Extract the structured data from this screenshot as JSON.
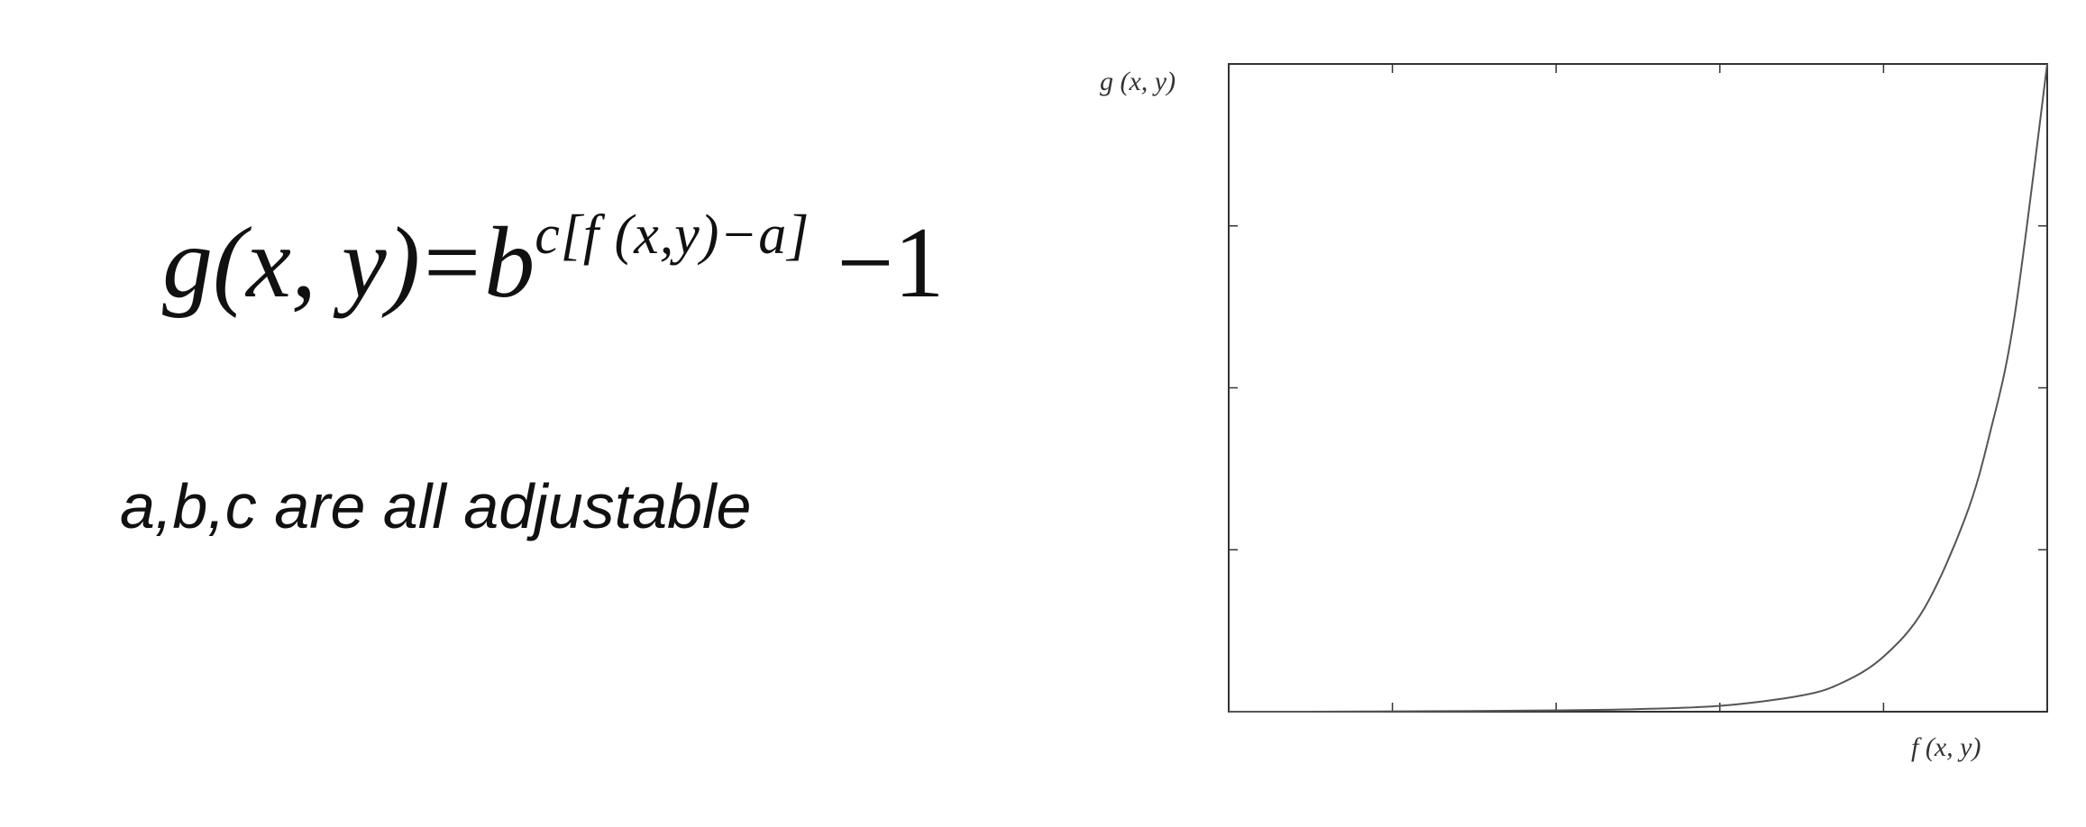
{
  "equation": {
    "lhs": "g(x, y)",
    "equals": "=",
    "base": "b",
    "exponent": "c[f (x,y)−a]",
    "tail": "−1"
  },
  "caption": "a,b,c are all adjustable",
  "chart_data": {
    "type": "line",
    "xlabel": "f (x, y)",
    "ylabel": "g (x, y)",
    "x": [
      0,
      0.1,
      0.2,
      0.3,
      0.4,
      0.5,
      0.6,
      0.7,
      0.75,
      0.8,
      0.85,
      0.9,
      0.93,
      0.96,
      1.0
    ],
    "y": [
      0,
      0,
      0.0005,
      0.001,
      0.002,
      0.004,
      0.009,
      0.025,
      0.045,
      0.085,
      0.16,
      0.3,
      0.43,
      0.61,
      1.0
    ],
    "xlim": [
      0,
      1
    ],
    "ylim": [
      0,
      1
    ],
    "x_tick_count": 6,
    "y_tick_count": 5,
    "grid": false,
    "legend": "none",
    "line_color": "#555555",
    "frame_color": "#333333"
  }
}
